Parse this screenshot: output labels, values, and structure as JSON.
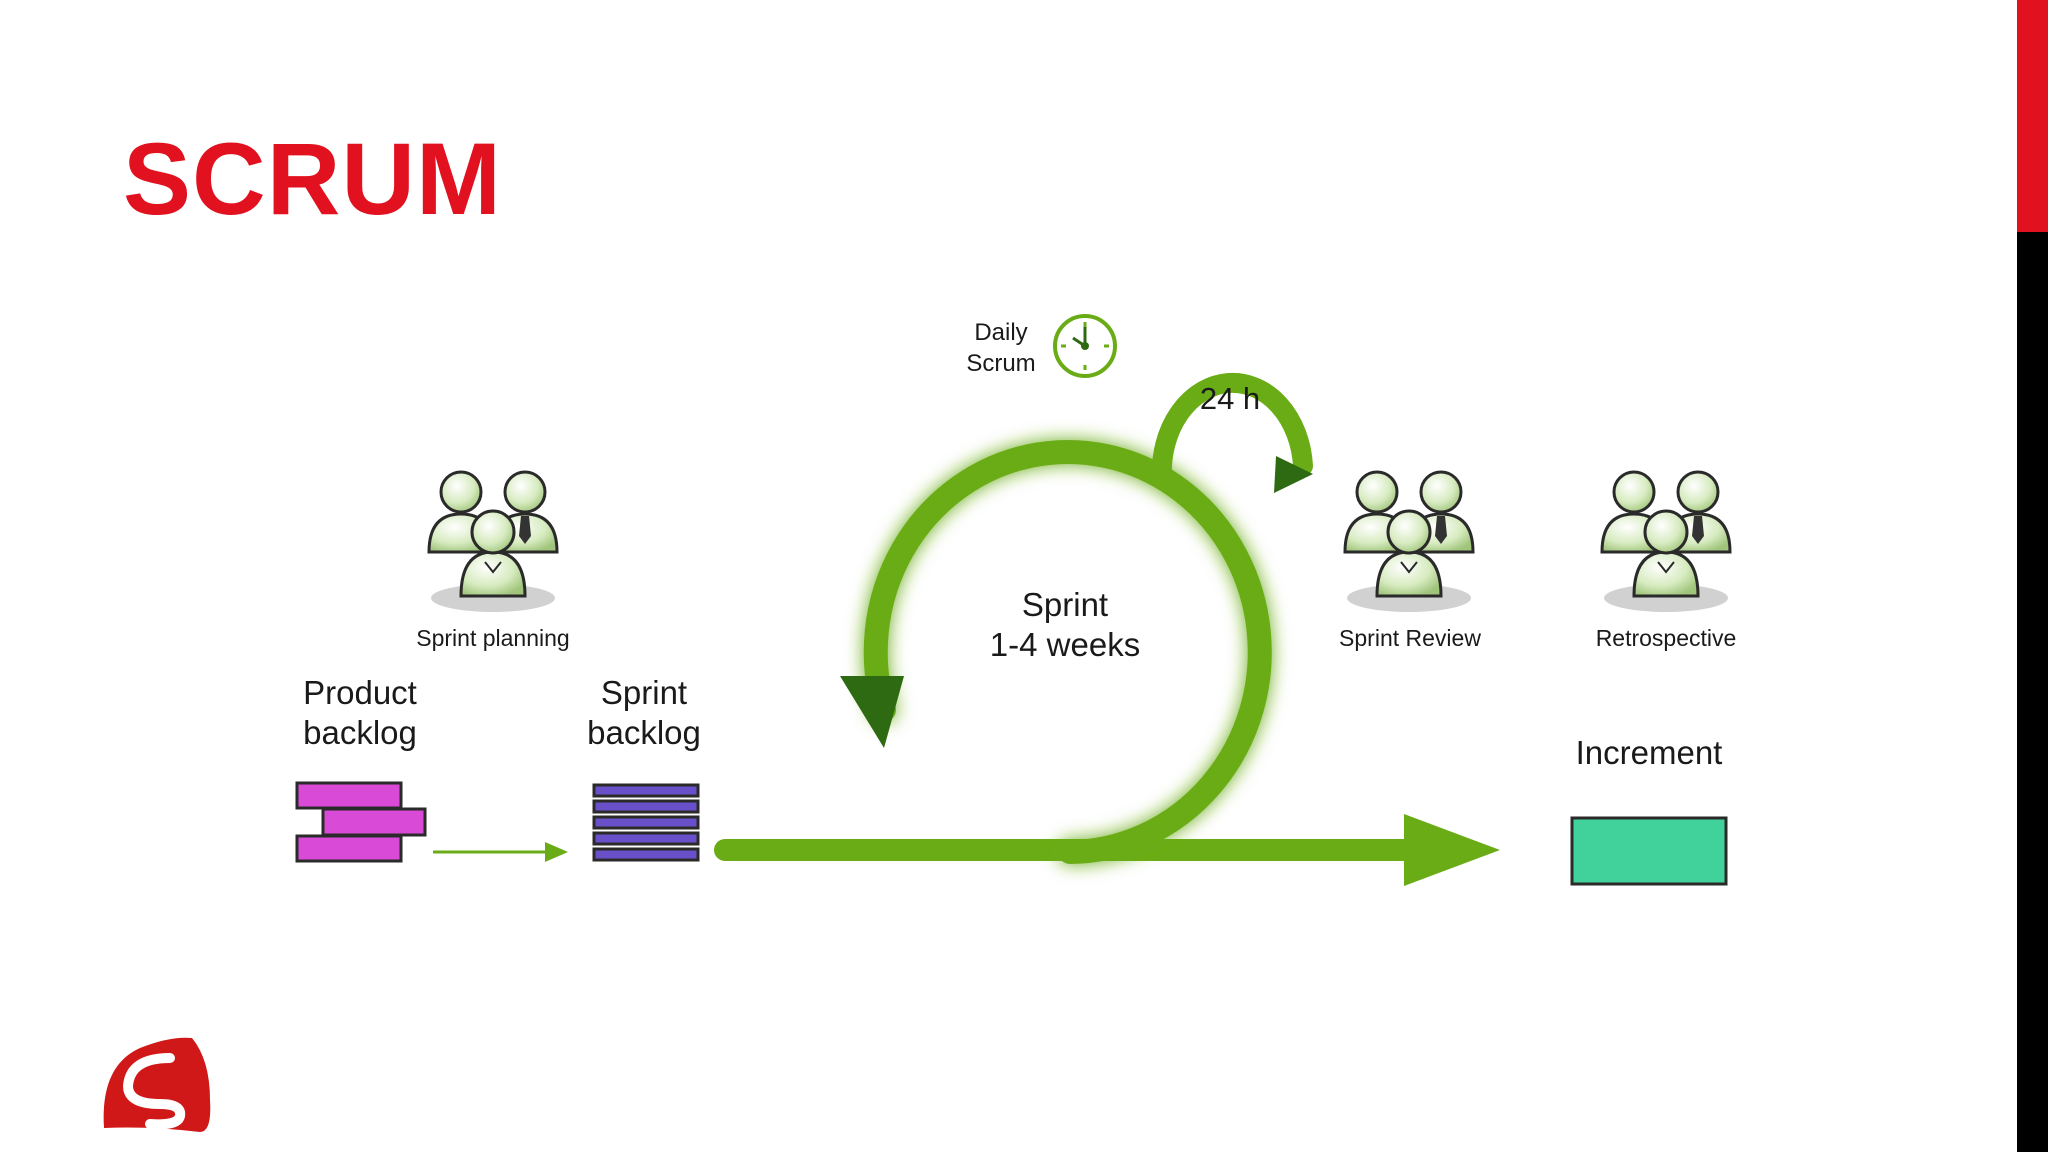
{
  "slide": {
    "title": "SCRUM",
    "colors": {
      "title": "#e2111f",
      "side_bar_top": "#e2111f",
      "side_bar_bottom": "#000000",
      "flow": "#6aac16",
      "people": "#cfe8b4"
    }
  },
  "diagram": {
    "daily_scrum": {
      "line1": "Daily",
      "line2": "Scrum",
      "icon": "clock-icon"
    },
    "cycle_24h": "24 h",
    "sprint": {
      "line1": "Sprint",
      "line2": "1-4 weeks"
    },
    "events": [
      {
        "label": "Sprint planning",
        "icon": "team-icon"
      },
      {
        "label": "Sprint Review",
        "icon": "team-icon"
      },
      {
        "label": "Retrospective",
        "icon": "team-icon"
      }
    ],
    "product_backlog": {
      "line1": "Product",
      "line2": "backlog",
      "color": "#d94ad6"
    },
    "sprint_backlog": {
      "line1": "Sprint",
      "line2": "backlog",
      "color": "#6a50c8"
    },
    "increment": {
      "label": "Increment",
      "color": "#40d29a"
    }
  },
  "logo": {
    "icon": "company-logo-icon"
  }
}
